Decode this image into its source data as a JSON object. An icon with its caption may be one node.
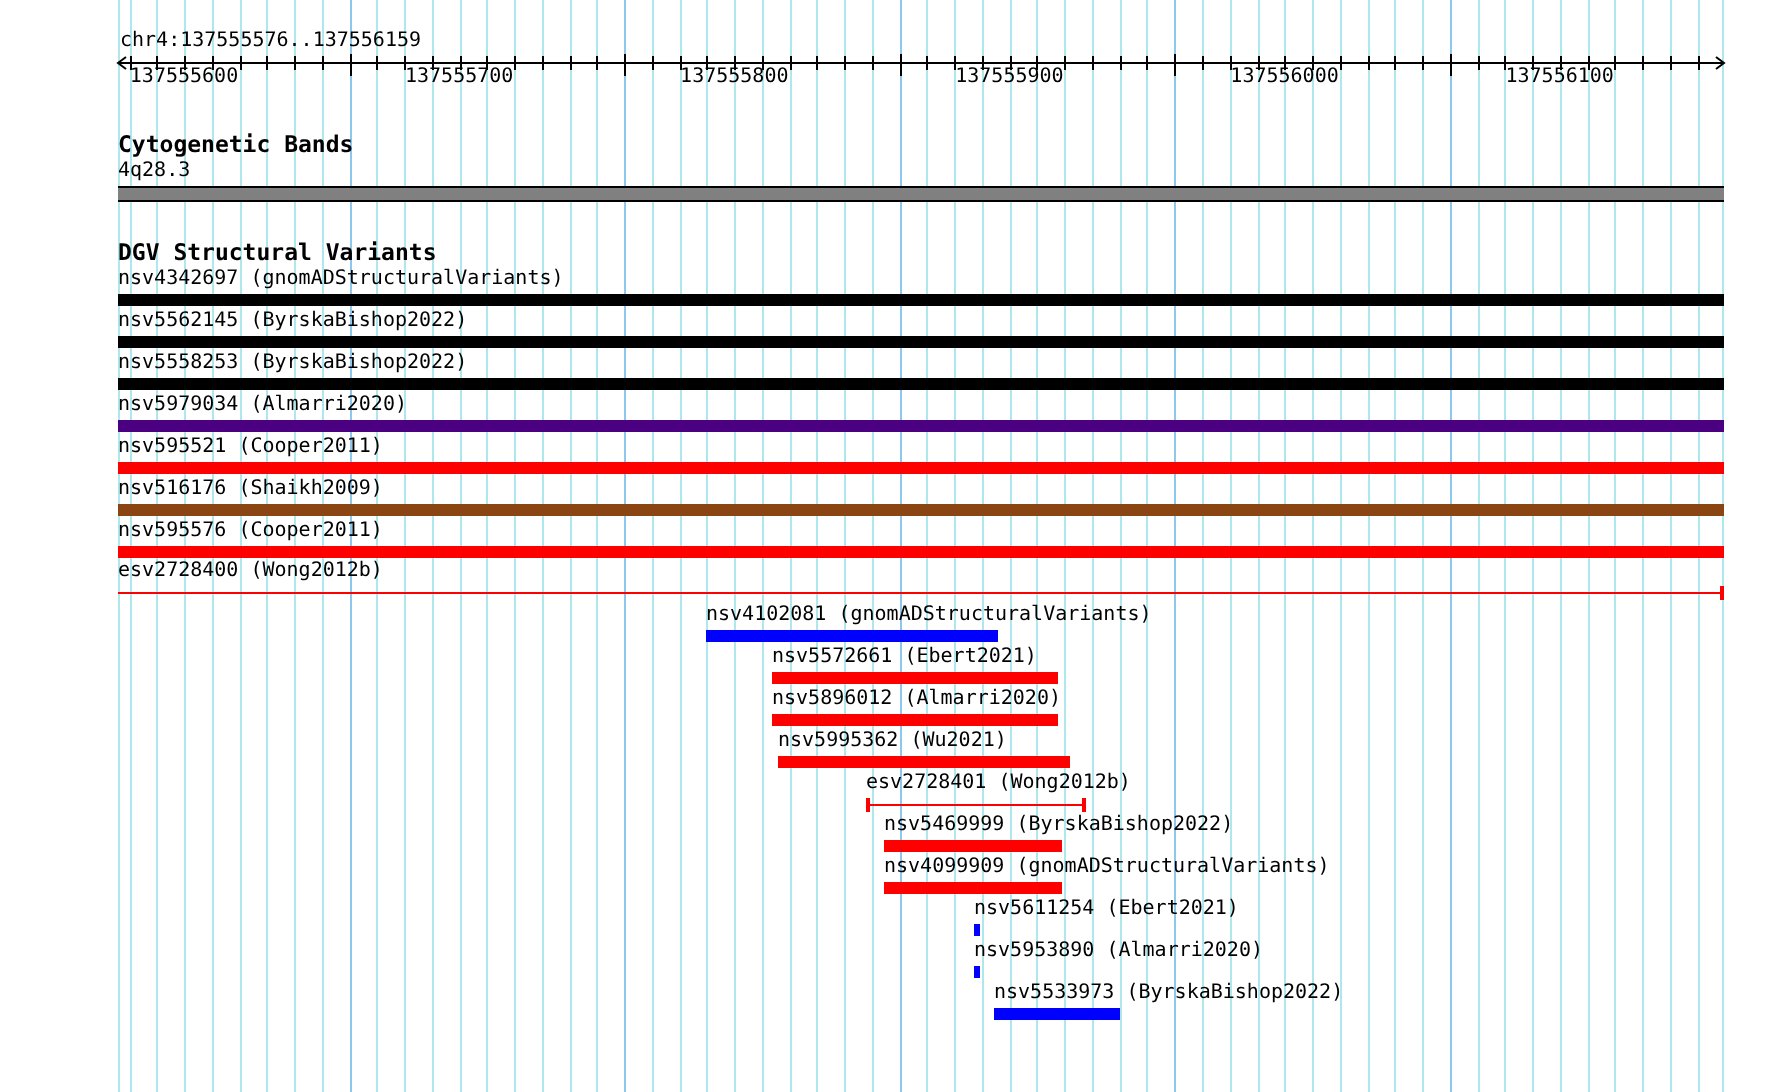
{
  "diagram": {
    "nodes": [
      {
        "text": [
          "4q28.3"
        ]
      },
      {
        "text": [
          "nsv4342697 (gnomADStructuralVariants)"
        ]
      },
      {
        "text": [
          "nsv5562145 (ByrskaBishop2022)"
        ]
      },
      {
        "text": [
          "nsv5558253 (ByrskaBishop2022)"
        ]
      },
      {
        "text": [
          "nsv5979034 (Almarri2020)"
        ]
      },
      {
        "text": [
          "nsv595521 (Cooper2011)"
        ]
      },
      {
        "text": [
          "nsv516176 (Shaikh2009)"
        ]
      },
      {
        "text": [
          "nsv595576 (Cooper2011)"
        ]
      },
      {
        "text": [
          "esv2728400 (Wong2012b)"
        ]
      },
      {
        "text": [
          "nsv4102081 (gnomADStructuralVariants)"
        ]
      },
      {
        "text": [
          "nsv5572661 (Ebert2021)"
        ]
      },
      {
        "text": [
          "nsv5896012 (Almarri2020)"
        ]
      },
      {
        "text": [
          "nsv5995362 (Wu2021)"
        ]
      },
      {
        "text": [
          "esv2728401 (Wong2012b)"
        ]
      },
      {
        "text": [
          "nsv5469999 (ByrskaBishop2022)"
        ]
      },
      {
        "text": [
          "nsv4099909 (gnomADStructuralVariants)"
        ]
      },
      {
        "text": [
          "nsv5611254 (Ebert2021)"
        ]
      },
      {
        "text": [
          "nsv5953890 (Almarri2020)"
        ]
      },
      {
        "text": [
          "nsv5533973 (ByrskaBishop2022)"
        ]
      }
    ],
    "labels": [
      "chr4:137555576..137556159",
      "137555600",
      "137555700",
      "137555800",
      "137555900",
      "137556000",
      "137556100",
      "Cytogenetic Bands",
      "DGV Structural Variants"
    ]
  }
}
